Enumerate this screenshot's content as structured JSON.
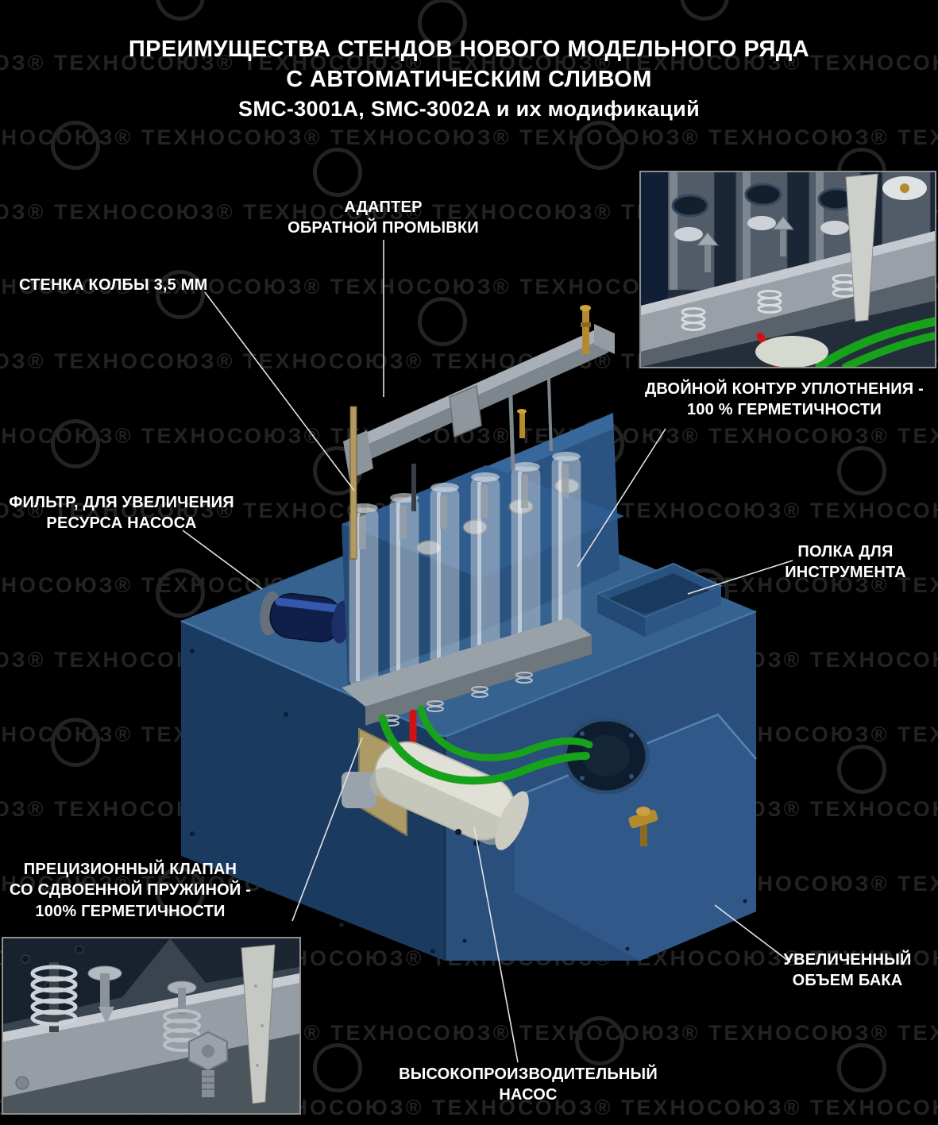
{
  "title": {
    "line1": "ПРЕИМУЩЕСТВА СТЕНДОВ НОВОГО МОДЕЛЬНОГО РЯДА",
    "line2": "С АВТОМАТИЧЕСКИМ СЛИВОМ",
    "line3": "SMC-3001A, SMC-3002A и их модификаций"
  },
  "watermark": {
    "text": "ТЕХНОСОЮЗ",
    "symbol": "®"
  },
  "callouts": {
    "adapter": "АДАПТЕР\nОБРАТНОЙ ПРОМЫВКИ",
    "flask_wall": "СТЕНКА КОЛБЫ 3,5 ММ",
    "double_seal": "ДВОЙНОЙ КОНТУР УПЛОТНЕНИЯ -\n100 % ГЕРМЕТИЧНОСТИ",
    "filter": "ФИЛЬТР, ДЛЯ УВЕЛИЧЕНИЯ\nРЕСУРСА НАСОСА",
    "shelf": "ПОЛКА ДЛЯ\nИНСТРУМЕНТА",
    "precision_valve": "ПРЕЦИЗИОННЫЙ КЛАПАН\nСО СДВОЕННОЙ ПРУЖИНОЙ -\n100% ГЕРМЕТИЧНОСТИ",
    "tank": "УВЕЛИЧЕННЫЙ\nОБЪЕМ БАКА",
    "pump": "ВЫСОКОПРОИЗВОДИТЕЛЬНЫЙ\nНАСОС"
  },
  "colors": {
    "machine-blue-top": "#35628f",
    "machine-blue-front": "#2a4f7d",
    "machine-blue-left": "#1b3a5f",
    "machine-blue-slope": "#30598a",
    "flask-glass": "#c8d0d8",
    "rail-gray": "#a8afb6",
    "brass": "#b48a2e",
    "tube-green": "#18a21b",
    "tube-red": "#cc1414",
    "pump-white": "#e0e0d6",
    "callout-line": "#e2e2e2",
    "watermark-gray": "#232323",
    "inset-border": "#8f8f8f",
    "text-white": "#ffffff"
  }
}
